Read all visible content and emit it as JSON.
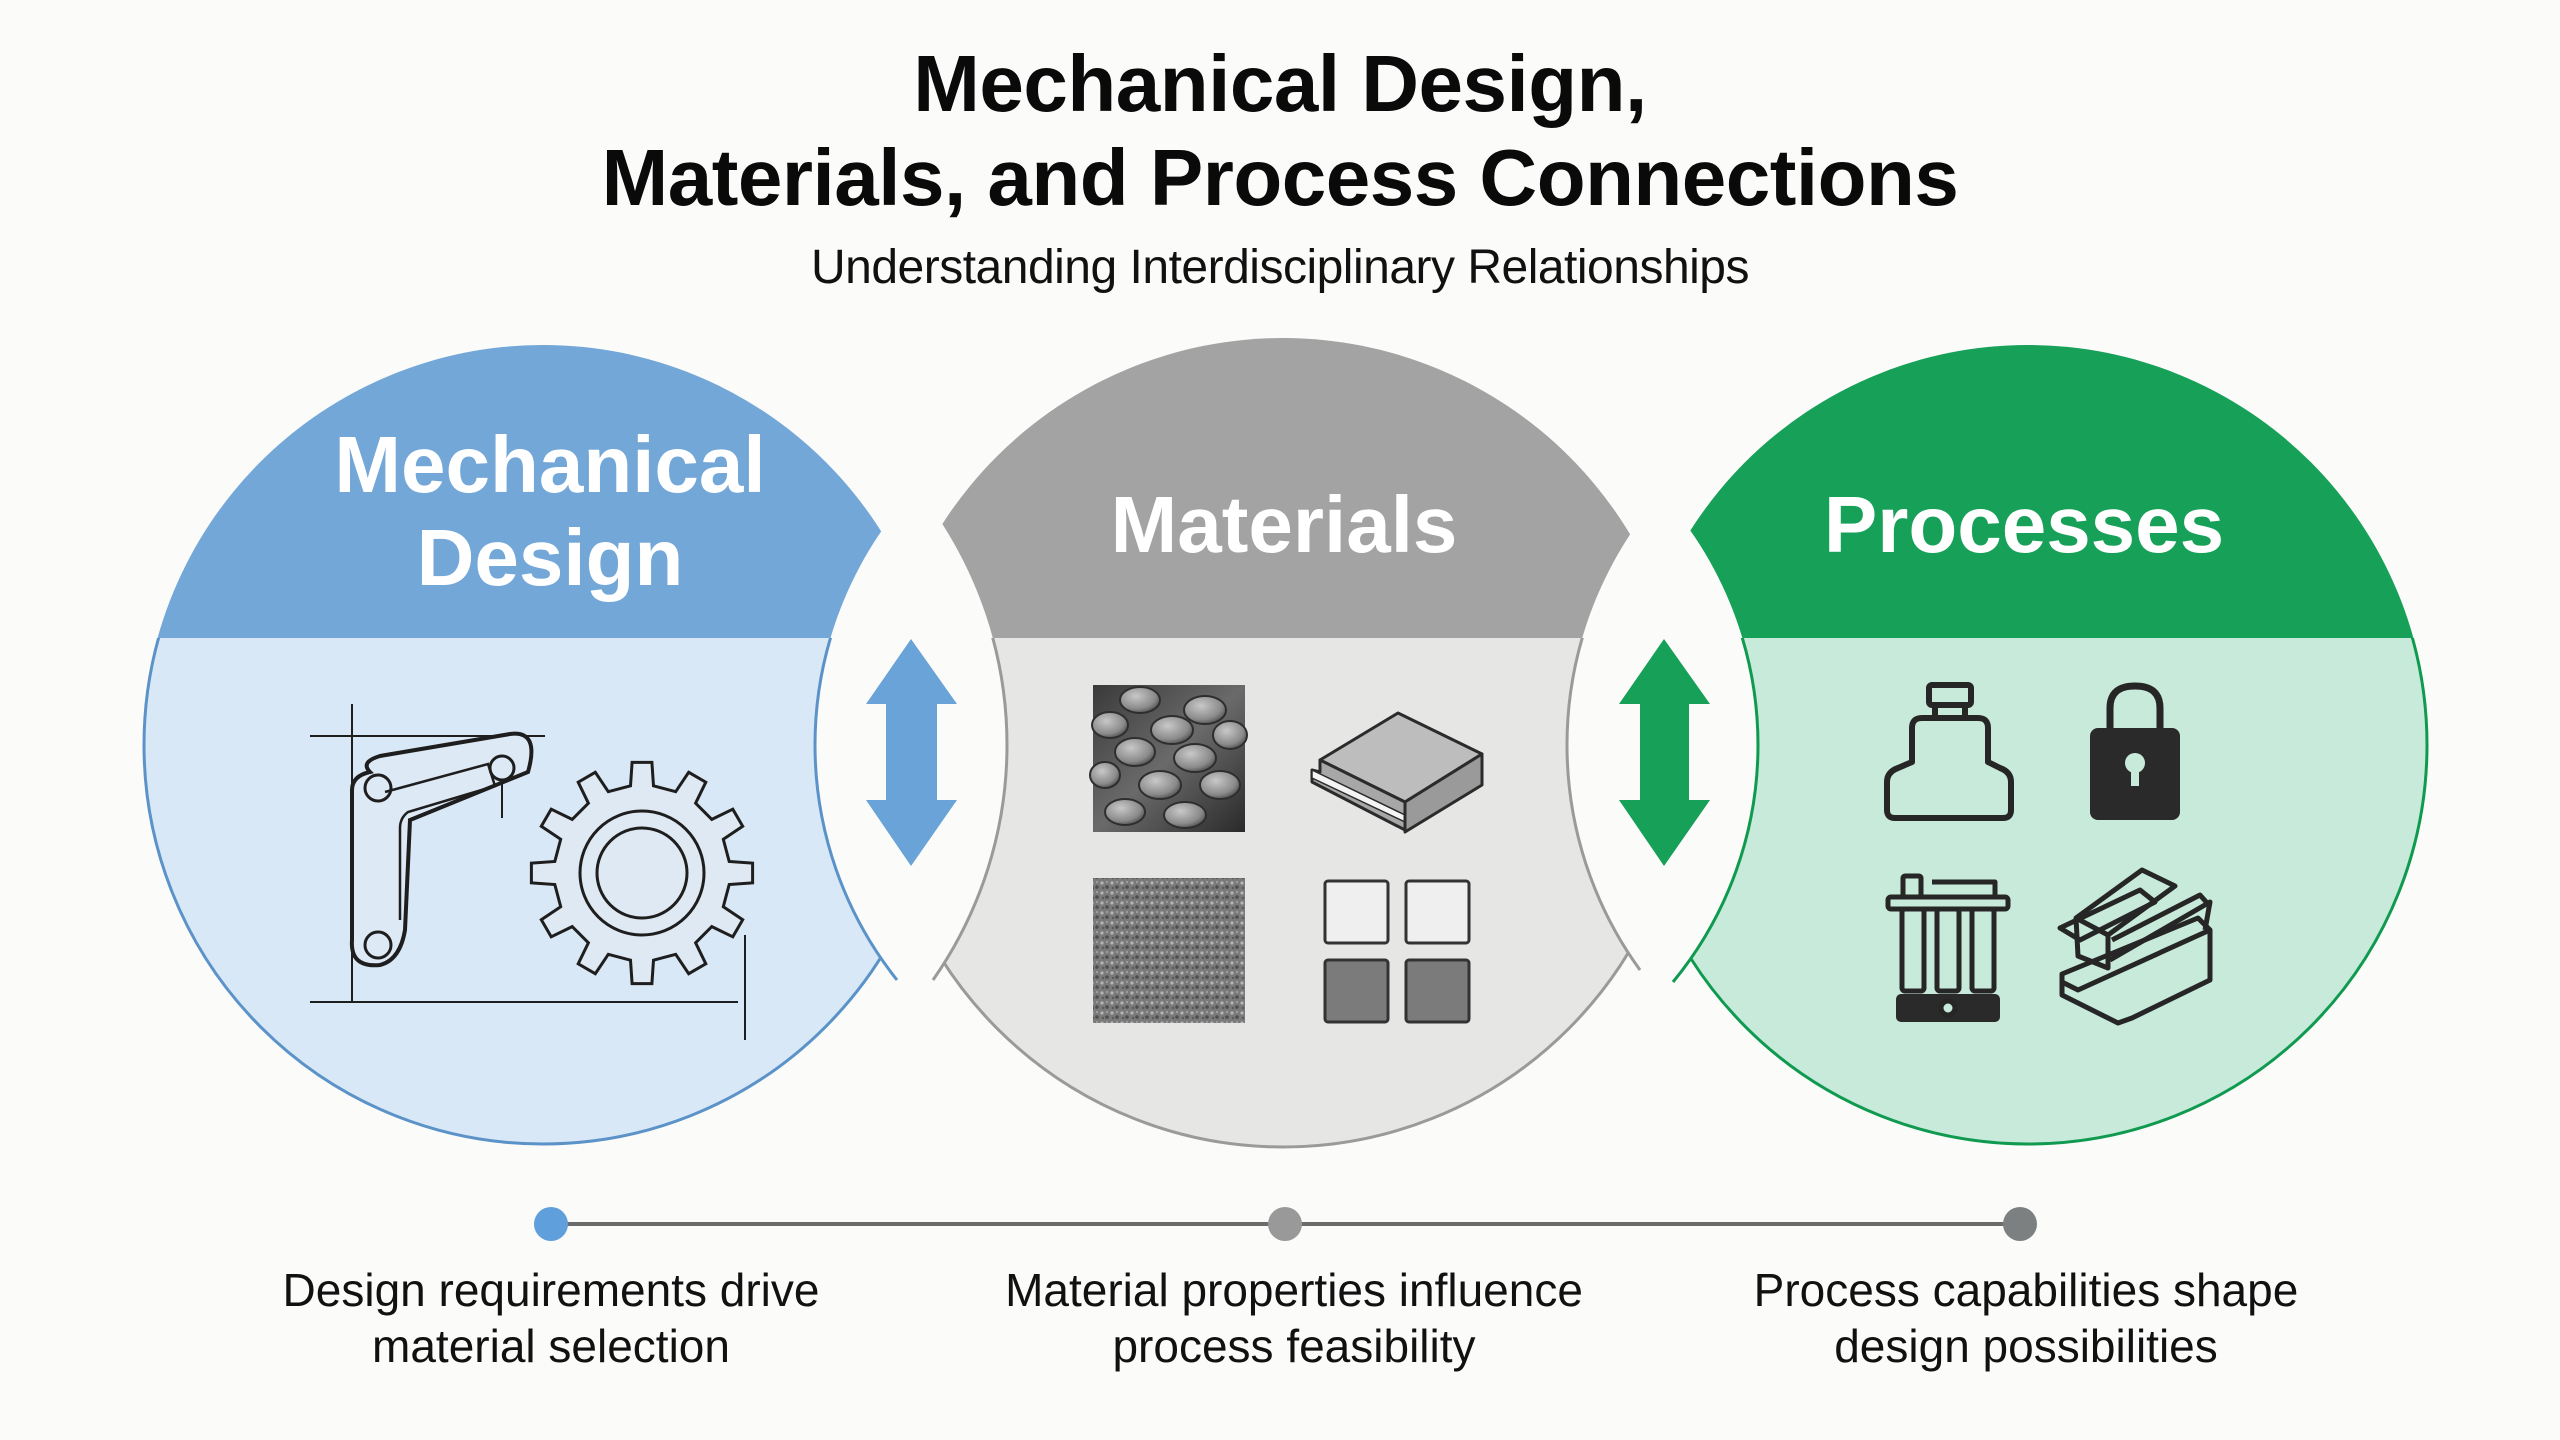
{
  "header": {
    "title_line_1": "Mechanical Design,",
    "title_line_2": "Materials, and Process Connections",
    "subtitle": "Understanding Interdisciplinary Relationships"
  },
  "domains": [
    {
      "id": "mechanical-design",
      "heading_lines": [
        "Mechanical",
        "Design"
      ],
      "header_color": "#73a7d8",
      "body_color": "#d9e8f6",
      "border_color": "#5b93c9",
      "icons": [
        "bracket-linkage-drawing-icon",
        "gear-icon"
      ]
    },
    {
      "id": "materials",
      "heading_lines": [
        "Materials"
      ],
      "header_color": "#a3a3a3",
      "body_color": "#e6e6e5",
      "border_color": "#9a9a9a",
      "icons": [
        "metal-pellets-icon",
        "layered-slab-icon",
        "textured-surface-icon",
        "material-grid-icon"
      ]
    },
    {
      "id": "processes",
      "heading_lines": [
        "Processes"
      ],
      "header_color": "#17a058",
      "body_color": "#c8eadb",
      "border_color": "#0f9a50",
      "icons": [
        "casting-mold-icon",
        "padlock-icon",
        "filter-tubes-icon",
        "stacked-ingots-icon"
      ]
    }
  ],
  "connectors": [
    {
      "between": [
        "mechanical-design",
        "materials"
      ],
      "icon": "bidirectional-arrow-icon",
      "color": "#6aa3d8"
    },
    {
      "between": [
        "materials",
        "processes"
      ],
      "icon": "bidirectional-arrow-icon",
      "color": "#16a058"
    }
  ],
  "timeline": {
    "line_color": "#6b6b6b",
    "nodes": [
      {
        "color": "#5f9fdc",
        "caption_lines": [
          "Design requirements drive",
          "material selection"
        ]
      },
      {
        "color": "#999999",
        "caption_lines": [
          "Material properties influence",
          "process feasibility"
        ]
      },
      {
        "color": "#7d8080",
        "caption_lines": [
          "Process capabilities shape",
          "design possibilities"
        ]
      }
    ]
  }
}
